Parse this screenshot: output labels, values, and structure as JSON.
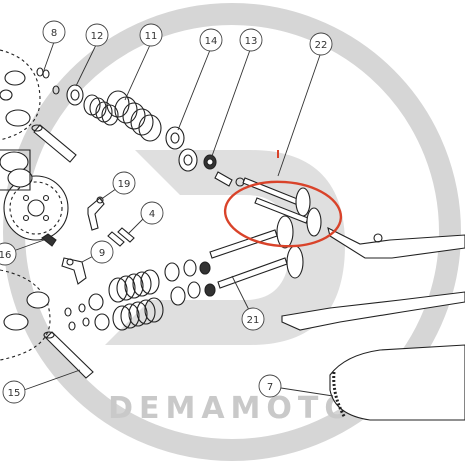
{
  "watermark": {
    "brand_text": "DEMAMOTO"
  },
  "callouts": [
    {
      "id": "c8",
      "label": "8"
    },
    {
      "id": "c12",
      "label": "12"
    },
    {
      "id": "c11",
      "label": "11"
    },
    {
      "id": "c14",
      "label": "14"
    },
    {
      "id": "c13",
      "label": "13"
    },
    {
      "id": "c22",
      "label": "22"
    },
    {
      "id": "c19",
      "label": "19"
    },
    {
      "id": "c4",
      "label": "4"
    },
    {
      "id": "c9",
      "label": "9"
    },
    {
      "id": "c16",
      "label": "16"
    },
    {
      "id": "c21",
      "label": "21"
    },
    {
      "id": "c15",
      "label": "15"
    },
    {
      "id": "c7",
      "label": "7"
    }
  ],
  "colors": {
    "line": "#222222",
    "watermark": "#d4d4d4",
    "highlight": "#d9432a"
  }
}
